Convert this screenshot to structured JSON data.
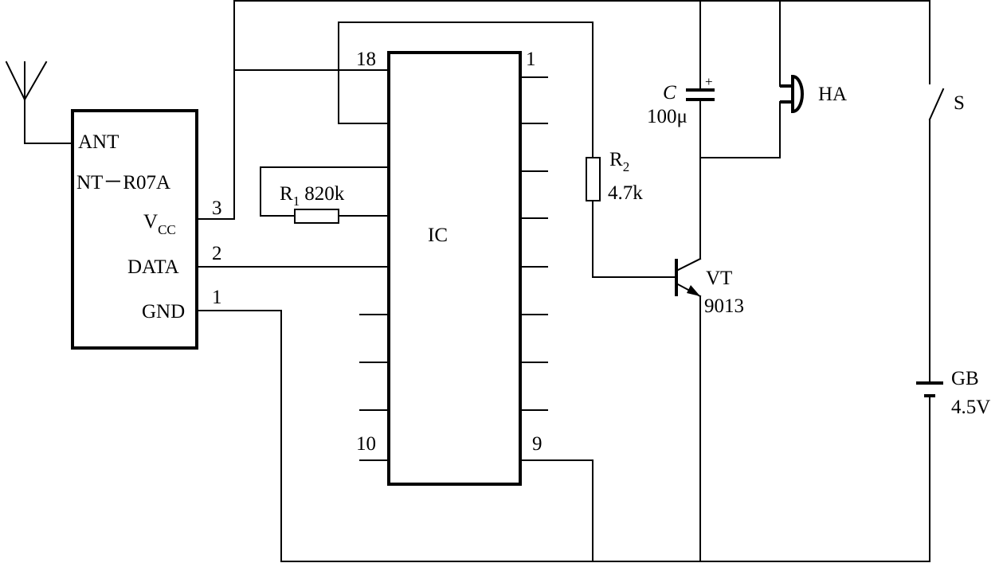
{
  "module": {
    "ant": "ANT",
    "model": "NT－R07A",
    "vcc_main": "V",
    "vcc_sub": "CC",
    "data": "DATA",
    "gnd": "GND",
    "pin_vcc": "3",
    "pin_data": "2",
    "pin_gnd": "1"
  },
  "ic": {
    "label": "IC",
    "pin_18": "18",
    "pin_1": "1",
    "pin_10": "10",
    "pin_9": "9"
  },
  "r1": {
    "name": "R",
    "sub": "1",
    "value": "820k"
  },
  "r2": {
    "name": "R",
    "sub": "2",
    "value": "4.7k"
  },
  "capacitor": {
    "name": "C",
    "polarity": "+",
    "value": "100μ"
  },
  "buzzer": {
    "name": "HA"
  },
  "transistor": {
    "name": "VT",
    "model": "9013"
  },
  "switch": {
    "name": "S"
  },
  "battery": {
    "name": "GB",
    "value": "4.5V"
  }
}
